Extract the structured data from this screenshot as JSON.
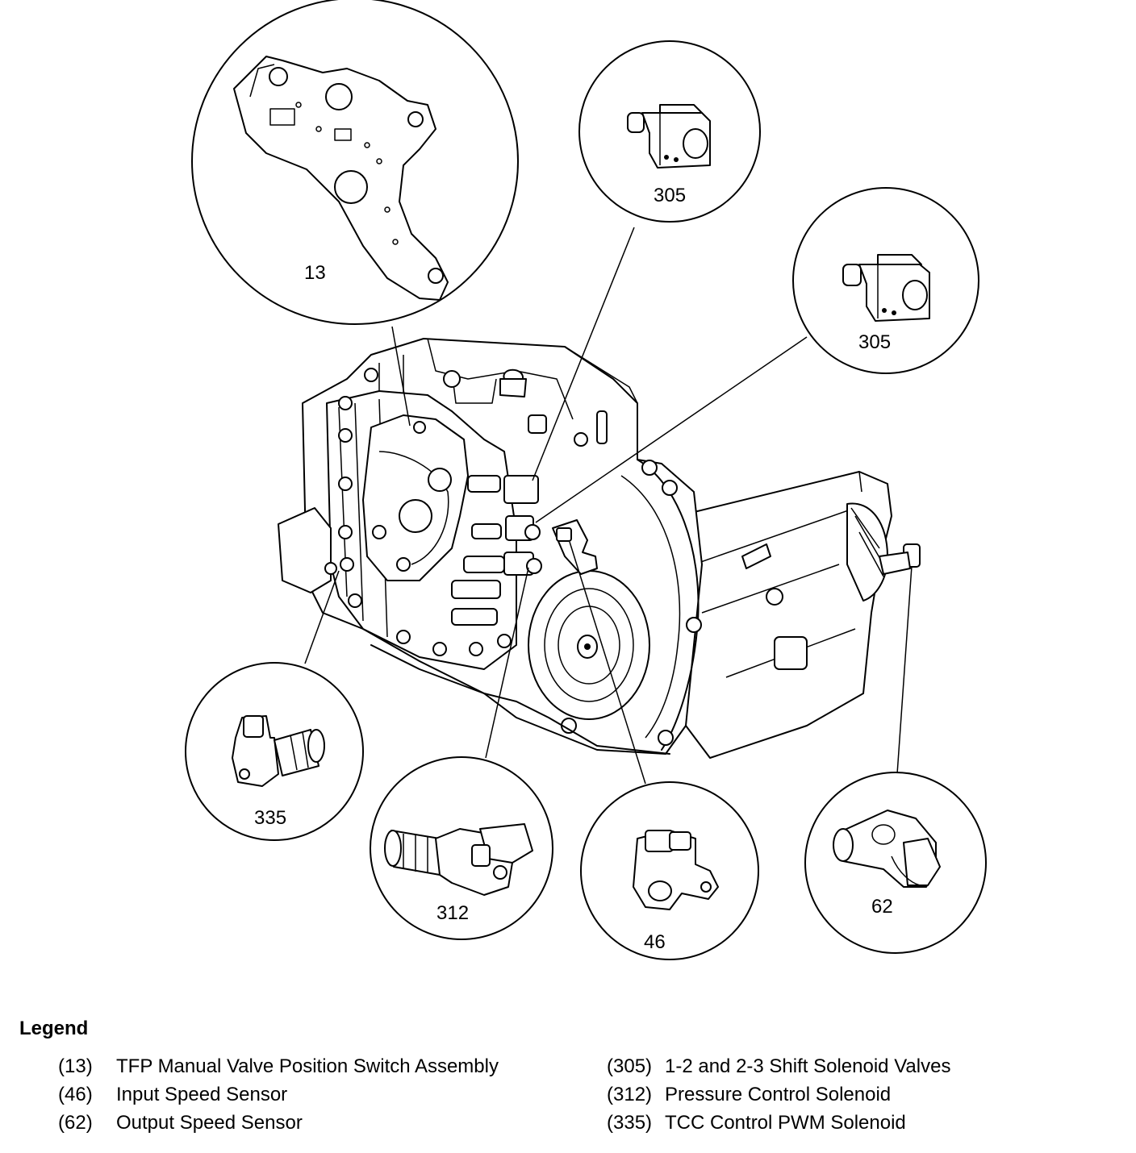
{
  "diagram": {
    "callouts": [
      {
        "id": "c13",
        "label": "13"
      },
      {
        "id": "c305a",
        "label": "305"
      },
      {
        "id": "c305b",
        "label": "305"
      },
      {
        "id": "c335",
        "label": "335"
      },
      {
        "id": "c312",
        "label": "312"
      },
      {
        "id": "c46",
        "label": "46"
      },
      {
        "id": "c62",
        "label": "62"
      }
    ]
  },
  "legend": {
    "title": "Legend",
    "items": [
      {
        "num": "(13)",
        "text": "TFP Manual Valve Position Switch Assembly"
      },
      {
        "num": "(305)",
        "text": "1-2 and 2-3 Shift Solenoid Valves"
      },
      {
        "num": "(46)",
        "text": "Input Speed Sensor"
      },
      {
        "num": "(312)",
        "text": "Pressure Control Solenoid"
      },
      {
        "num": "(62)",
        "text": "Output Speed Sensor"
      },
      {
        "num": "(335)",
        "text": "TCC Control PWM Solenoid"
      }
    ]
  }
}
